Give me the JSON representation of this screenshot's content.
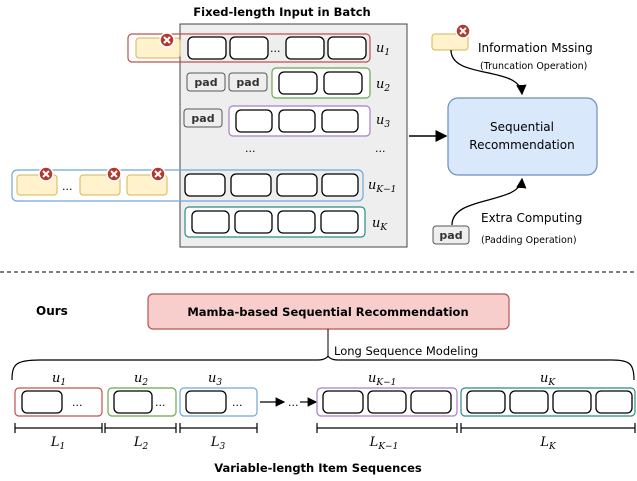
{
  "top": {
    "title": "Fixed-length Input in Batch",
    "pad_label": "pad",
    "ellipsis": "...",
    "ellipsis_row": "...",
    "users": [
      {
        "label": "u",
        "sub": "1"
      },
      {
        "label": "u",
        "sub": "2"
      },
      {
        "label": "u",
        "sub": "3"
      },
      {
        "label": "u",
        "sub": "K−1"
      },
      {
        "label": "u",
        "sub": "K"
      }
    ],
    "info_missing": {
      "line1": "Information Mssing",
      "line2": "(Truncation Operation)"
    },
    "extra_computing": {
      "line1": "Extra Computing",
      "line2": "(Padding Operation)"
    },
    "seqrec": {
      "line1": "Sequential",
      "line2": "Recommendation"
    }
  },
  "bottom": {
    "ours": "Ours",
    "mamba_title": "Mamba-based Sequential Recommendation",
    "long_seq": "Long Sequence Modeling",
    "caption": "Variable-length Item Sequences",
    "ellipsis": "...",
    "mid_ellipsis": "...",
    "users": [
      {
        "label": "u",
        "sub": "1"
      },
      {
        "label": "u",
        "sub": "2"
      },
      {
        "label": "u",
        "sub": "3"
      },
      {
        "label": "u",
        "sub": "K−1"
      },
      {
        "label": "u",
        "sub": "K"
      }
    ],
    "lengths": [
      {
        "label": "L",
        "sub": "1"
      },
      {
        "label": "L",
        "sub": "2"
      },
      {
        "label": "L",
        "sub": "3"
      },
      {
        "label": "L",
        "sub": "K−1"
      },
      {
        "label": "L",
        "sub": "K"
      }
    ]
  },
  "colors": {
    "red": "#c0504d",
    "green": "#6aa84f",
    "purple": "#a87fc9",
    "blue": "#6fa8dc",
    "teal": "#2e8b87",
    "gray_panel": "#eeeeee",
    "seqrec_fill": "#dae8fc",
    "seqrec_stroke": "#6c8ebf",
    "mamba_fill": "#f8cecc",
    "mamba_stroke": "#b85450",
    "yellow_item": "#fff2cc",
    "yellow_stroke": "#d6b656",
    "x_badge": "#b03a2e"
  },
  "icons": [
    "close-x-icon",
    "arrow-icon"
  ]
}
